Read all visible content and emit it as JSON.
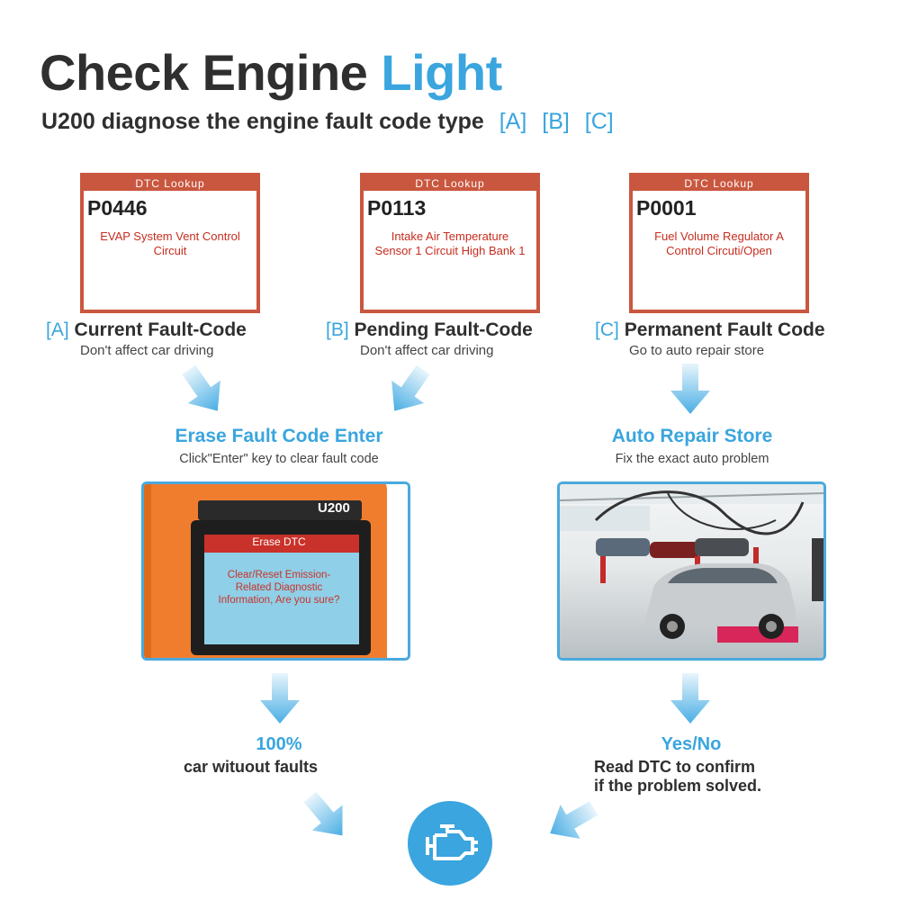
{
  "header": {
    "title_main": "Check Engine",
    "title_accent": "Light",
    "subtitle": "U200 diagnose the engine fault code type",
    "tags": [
      "[A]",
      "[B]",
      "[C]"
    ]
  },
  "dtc_cards": [
    {
      "header": "DTC Lookup",
      "code": "P0446",
      "desc_line1": "EVAP System Vent Control",
      "desc_line2": "Circuit"
    },
    {
      "header": "DTC Lookup",
      "code": "P0113",
      "desc_line1": "Intake Air Temperature",
      "desc_line2": "Sensor 1 Circuit High Bank 1"
    },
    {
      "header": "DTC Lookup",
      "code": "P0001",
      "desc_line1": "Fuel Volume Regulator A",
      "desc_line2": "Control Circuti/Open"
    }
  ],
  "fault_types": [
    {
      "tag": "[A]",
      "label": "Current Fault-Code",
      "sub": "Don't affect car driving"
    },
    {
      "tag": "[B]",
      "label": "Pending Fault-Code",
      "sub": "Don't affect car driving"
    },
    {
      "tag": "[C]",
      "label": "Permanent Fault Code",
      "sub": "Go to auto repair store"
    }
  ],
  "erase_step": {
    "title": "Erase Fault Code Enter",
    "sub": "Click\"Enter\" key to clear fault code"
  },
  "repair_step": {
    "title": "Auto Repair Store",
    "sub": "Fix the exact auto problem"
  },
  "device": {
    "model": "U200",
    "screen_header": "Erase DTC",
    "screen_line1": "Clear/Reset Emission-",
    "screen_line2": "Related Diagnostic",
    "screen_line3": "Information, Are you sure?"
  },
  "result_left": {
    "title": "100%",
    "sub": "car wituout faults"
  },
  "result_right": {
    "title": "Yes/No",
    "sub_line1": "Read DTC to confirm",
    "sub_line2": "if the problem solved."
  },
  "colors": {
    "accent": "#3aa5de",
    "card_red": "#c9573f",
    "device_orange": "#f07d2e"
  },
  "icons": {
    "end_icon": "engine-icon",
    "arrow": "arrow-down-icon"
  }
}
